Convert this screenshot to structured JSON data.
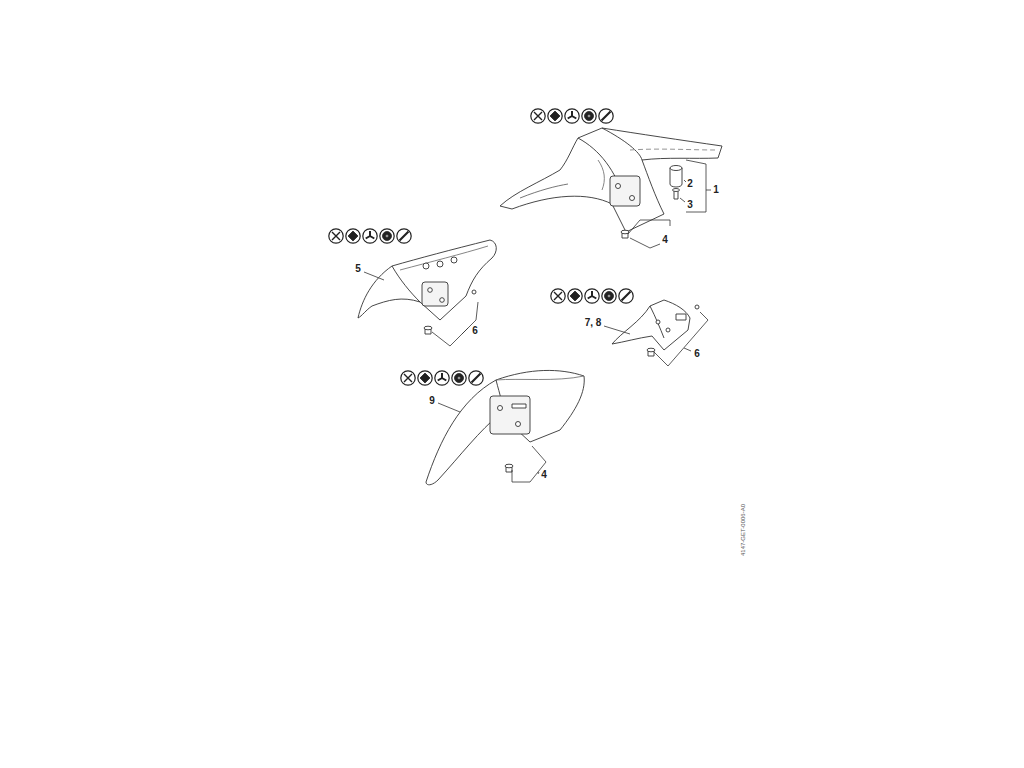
{
  "diagram": {
    "labels": [
      "2",
      "1",
      "3",
      "4",
      "5",
      "7, 8",
      "6",
      "6",
      "9",
      "4",
      "4147-GET-0006-A0"
    ]
  }
}
